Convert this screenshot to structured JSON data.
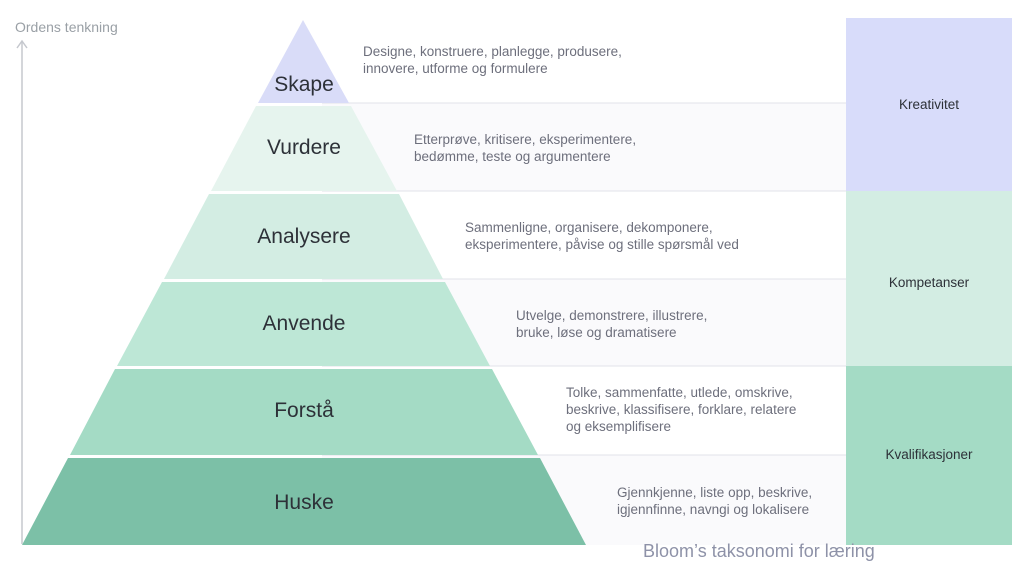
{
  "axis_label": "Ordens tenkning",
  "title": "Bloom’s taksonomi for læring",
  "levels": [
    {
      "name": "Skape",
      "fill": "#d9dcf8",
      "desc": [
        "Designe, konstruere, planlegge, produsere,",
        "innovere, utforme og formulere"
      ]
    },
    {
      "name": "Vurdere",
      "fill": "#e6f4ee",
      "desc": [
        "Etterprøve, kritisere, eksperimentere,",
        "bedømme, teste og argumentere"
      ]
    },
    {
      "name": "Analysere",
      "fill": "#d3ede3",
      "desc": [
        "Sammenligne, organisere, dekomponere,",
        "eksperimentere, påvise og stille spørsmål ved"
      ]
    },
    {
      "name": "Anvende",
      "fill": "#bde7d6",
      "desc": [
        "Utvelge, demonstrere, illustrere,",
        "bruke, løse og dramatisere"
      ]
    },
    {
      "name": "Forstå",
      "fill": "#a4dbc5",
      "desc": [
        "Tolke, sammenfatte, utlede, omskrive,",
        "beskrive, klassifisere, forklare, relatere",
        "og eksemplifisere"
      ]
    },
    {
      "name": "Huske",
      "fill": "#7cc0a7",
      "desc": [
        "Gjennkjenne, liste opp, beskrive,",
        "igjennfinne, navngi og lokalisere"
      ]
    }
  ],
  "categories": [
    {
      "name": "Kreativitet",
      "fill": "#d8dcfa"
    },
    {
      "name": "Kompetanser",
      "fill": "#d3ede3"
    },
    {
      "name": "Kvalifikasjoner",
      "fill": "#a4dbc5"
    }
  ]
}
